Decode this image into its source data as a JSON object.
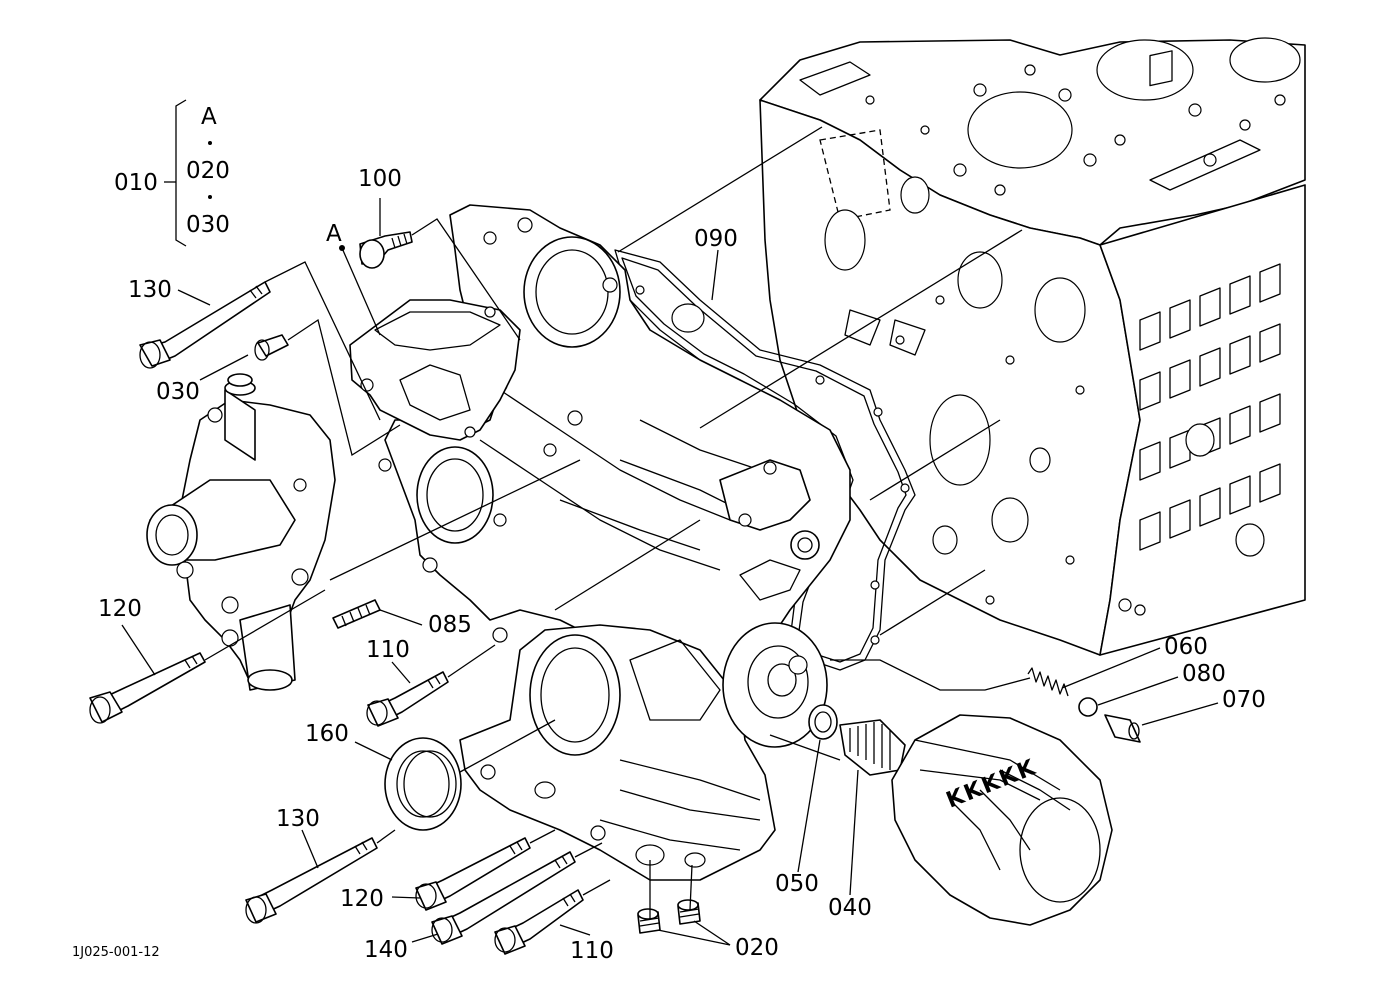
{
  "diagram_code": "1J025-001-12",
  "group_010": {
    "label": "010",
    "members": [
      "A",
      "020",
      "030"
    ]
  },
  "ref_A": "A",
  "callouts": {
    "p100": "100",
    "p090": "090",
    "p130_top": "130",
    "p030": "030",
    "p120_left": "120",
    "p085": "085",
    "p110_mid": "110",
    "p160": "160",
    "p130_bottom": "130",
    "p120_bottom": "120",
    "p140": "140",
    "p110_bottom": "110",
    "p020": "020",
    "p050": "050",
    "p040": "040",
    "p060": "060",
    "p080": "080",
    "p070": "070"
  },
  "filter_text": "KKKKK"
}
